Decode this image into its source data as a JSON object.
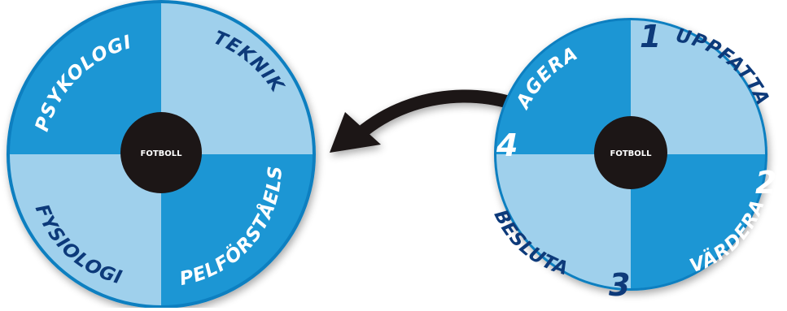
{
  "colors": {
    "dark_blue": "#1b96d4",
    "light_blue": "#9fd0ec",
    "rim": "#0c7fc0",
    "hub": "#1d1414",
    "label_dark": "#0d3a7a",
    "label_white": "#ffffff",
    "arrow": "#1a1313"
  },
  "left_wheel": {
    "center": "FOTBOLL",
    "quadrants": {
      "top_left": "PSYKOLOGI",
      "top_right": "TEKNIK",
      "bottom_left": "FYSIOLOGI",
      "bottom_right": "SPELFÖRSTÅELSE"
    }
  },
  "right_wheel": {
    "center": "FOTBOLL",
    "quadrants": {
      "top_left": "AGERA",
      "top_right": "UPPFATTA",
      "bottom_left": "BESLUTA",
      "bottom_right": "VÄRDERA"
    },
    "numbers": {
      "top": "1",
      "right": "2",
      "bottom": "3",
      "left": "4"
    }
  }
}
